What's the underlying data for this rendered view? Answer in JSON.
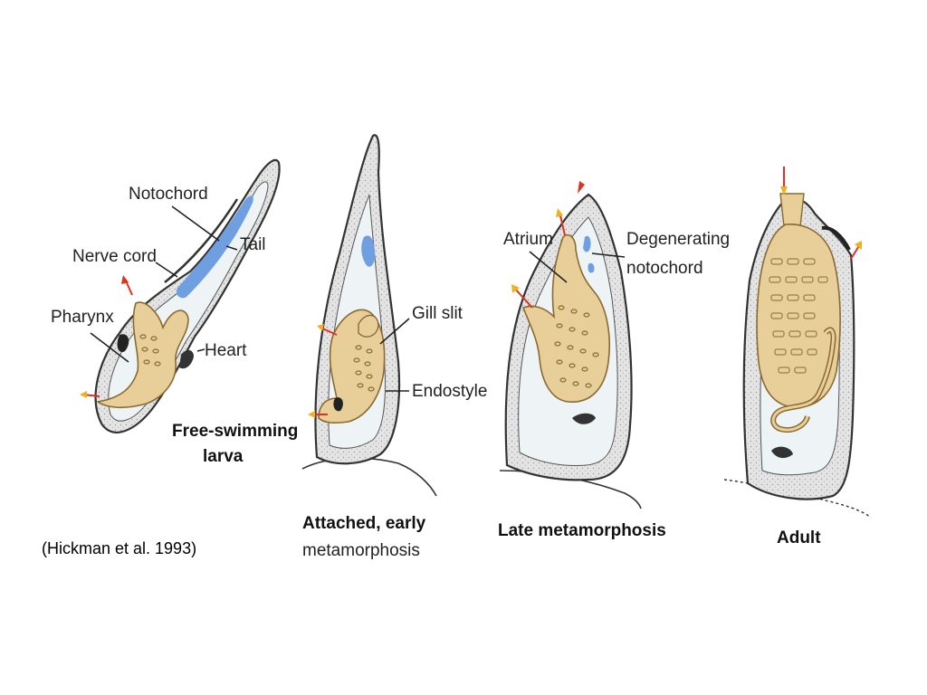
{
  "colors": {
    "body_wall": "#e6e6e6",
    "body_outline": "#333333",
    "interior": "#eef3f6",
    "pharynx": "#e8cf9a",
    "pharynx_outline": "#8a6a30",
    "notochord": "#6f9fe0",
    "flow_arrow": "#e03020",
    "flow_arrow_tip": "#f0b020"
  },
  "stages": {
    "larva": {
      "caption_line1": "Free-swimming",
      "caption_line2": "larva",
      "labels": {
        "notochord": "Notochord",
        "tail": "Tail",
        "nerve_cord": "Nerve cord",
        "pharynx": "Pharynx",
        "heart": "Heart"
      }
    },
    "early": {
      "caption_line1": "Attached, early",
      "caption_line2": "metamorphosis",
      "labels": {
        "gill_slit": "Gill slit",
        "endostyle": "Endostyle"
      }
    },
    "late": {
      "caption": "Late metamorphosis",
      "labels": {
        "atrium": "Atrium",
        "degenerating_line1": "Degenerating",
        "degenerating_line2": "notochord"
      }
    },
    "adult": {
      "caption": "Adult"
    }
  },
  "citation": "(Hickman et al. 1993)"
}
